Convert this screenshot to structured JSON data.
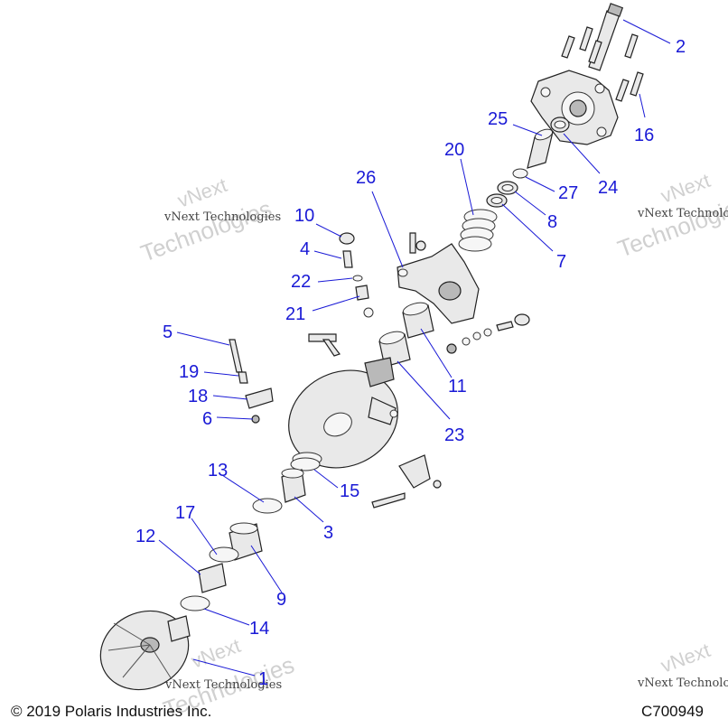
{
  "callouts": [
    {
      "id": "c2",
      "label": "2"
    },
    {
      "id": "c16",
      "label": "16"
    },
    {
      "id": "c25",
      "label": "25"
    },
    {
      "id": "c24",
      "label": "24"
    },
    {
      "id": "c20",
      "label": "20"
    },
    {
      "id": "c26",
      "label": "26"
    },
    {
      "id": "c27",
      "label": "27"
    },
    {
      "id": "c8",
      "label": "8"
    },
    {
      "id": "c7",
      "label": "7"
    },
    {
      "id": "c10",
      "label": "10"
    },
    {
      "id": "c4",
      "label": "4"
    },
    {
      "id": "c22",
      "label": "22"
    },
    {
      "id": "c21",
      "label": "21"
    },
    {
      "id": "c5",
      "label": "5"
    },
    {
      "id": "c19",
      "label": "19"
    },
    {
      "id": "c18",
      "label": "18"
    },
    {
      "id": "c6",
      "label": "6"
    },
    {
      "id": "c11",
      "label": "11"
    },
    {
      "id": "c23",
      "label": "23"
    },
    {
      "id": "c13",
      "label": "13"
    },
    {
      "id": "c15",
      "label": "15"
    },
    {
      "id": "c3",
      "label": "3"
    },
    {
      "id": "c17",
      "label": "17"
    },
    {
      "id": "c12",
      "label": "12"
    },
    {
      "id": "c9",
      "label": "9"
    },
    {
      "id": "c14",
      "label": "14"
    },
    {
      "id": "c1",
      "label": "1"
    }
  ],
  "watermark": {
    "small_text": "vNext Technologies",
    "large_text": "Technologies",
    "v_text": "vNext"
  },
  "footer": {
    "copyright": "© 2019 Polaris Industries Inc.",
    "code": "C700949"
  },
  "colors": {
    "callout": "#1a1ad6",
    "outline": "#222222"
  }
}
